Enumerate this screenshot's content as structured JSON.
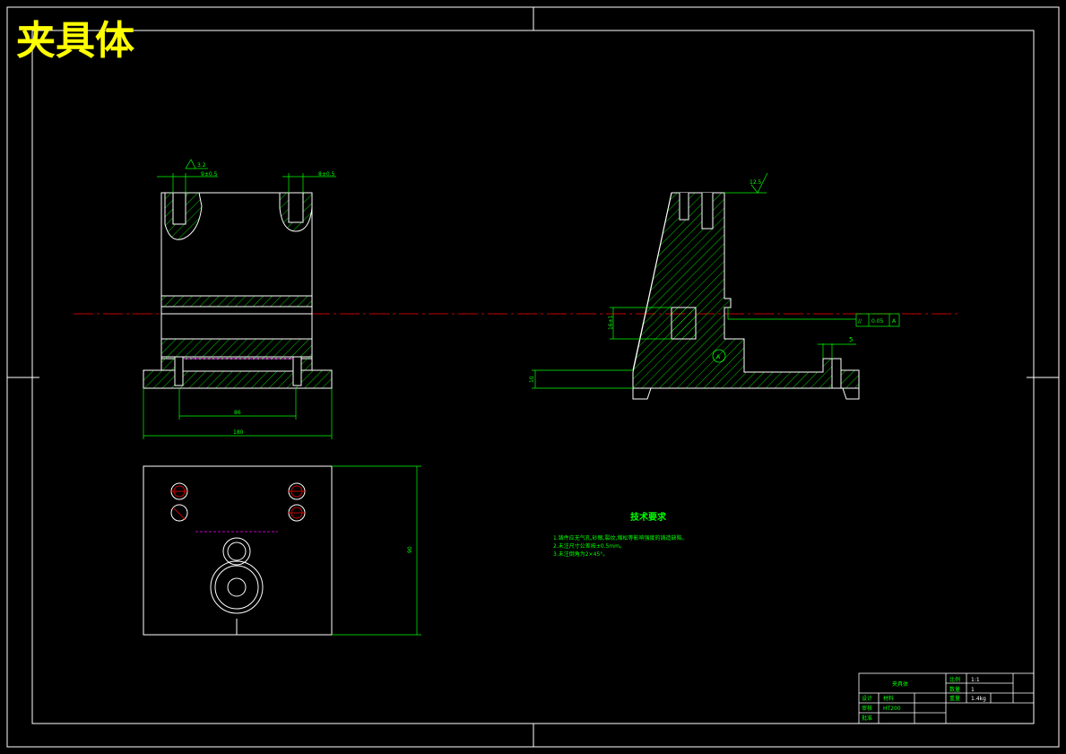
{
  "title": "夹具体",
  "colors": {
    "background": "#000000",
    "outline": "#ffffff",
    "dimension": "#00ff00",
    "hatch": "#00ff00",
    "centerline": "#ff0000",
    "title": "#ffff00",
    "hidden_line": "#ff00ff"
  },
  "dimensions": {
    "slot_width_left": "9±0.5",
    "slot_width_right": "8±0.5",
    "roughness_left": "3.2",
    "inner_span": "86",
    "overall_width": "180",
    "plan_height": "90",
    "roughness_side": "12.5",
    "vertical_tol": "16±1",
    "base_height": "10",
    "right_slot": "5",
    "datum": "A"
  },
  "tolerance_frame": {
    "symbol": "//",
    "value": "0.05",
    "datum": "A"
  },
  "technical_requirements": {
    "heading": "技术要求",
    "notes": [
      "1.铸件应无气孔,砂眼,裂纹,缩松等影响强度的铸造缺陷。",
      "2.未注尺寸公差按±0.5mm。",
      "3.未注倒角为2×45°。"
    ]
  },
  "title_block": {
    "part_name": "夹具体",
    "material_label": "材料",
    "material": "HT200",
    "scale_label": "比例",
    "scale": "1:1",
    "quantity_label": "数量",
    "quantity": "1",
    "weight_label": "重量",
    "weight": "1.4kg",
    "designer_label": "设计",
    "designer": "",
    "checker_label": "审核",
    "checker": "",
    "approver_label": "批准",
    "approver": ""
  }
}
